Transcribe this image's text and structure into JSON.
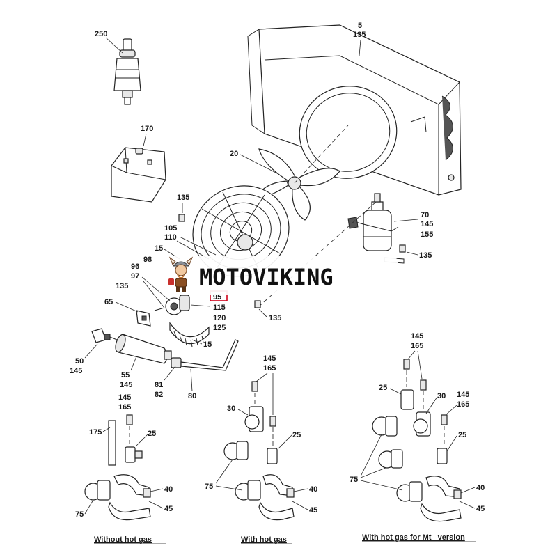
{
  "brand": {
    "text": "MOTOVIKING"
  },
  "callouts": {
    "c250": "250",
    "c170": "170",
    "c5": "5",
    "c135a": "135",
    "c20": "20",
    "c135b": "135",
    "c105": "105",
    "c110": "110",
    "c15a": "15",
    "c98": "98",
    "c96": "96",
    "c97": "97",
    "c135c": "135",
    "c65": "65",
    "c95": "95",
    "c115": "115",
    "c120": "120",
    "c125": "125",
    "c15b": "15",
    "c135d": "135",
    "c70": "70",
    "c145a": "145",
    "c155": "155",
    "c135e": "135",
    "c50": "50",
    "c145b": "145",
    "c55": "55",
    "c145c": "145",
    "c81": "81",
    "c82": "82",
    "c80": "80",
    "c145d": "145",
    "c165a": "165",
    "c175": "175",
    "c25a": "25",
    "c40a": "40",
    "c45a": "45",
    "c75a": "75",
    "c145e": "145",
    "c165b": "165",
    "c30a": "30",
    "c25b": "25",
    "c75b": "75",
    "c40b": "40",
    "c45b": "45",
    "c145f": "145",
    "c165c": "165",
    "c25c": "25",
    "c30b": "30",
    "c145g": "145",
    "c165d": "165",
    "c25d": "25",
    "c75c": "75",
    "c40c": "40",
    "c45c": "45"
  },
  "captions": {
    "without": "Without hot gas",
    "with": "With hot gas",
    "with_mt": "With hot gas for Mt_ version"
  },
  "highlight_color": "#d0021b"
}
